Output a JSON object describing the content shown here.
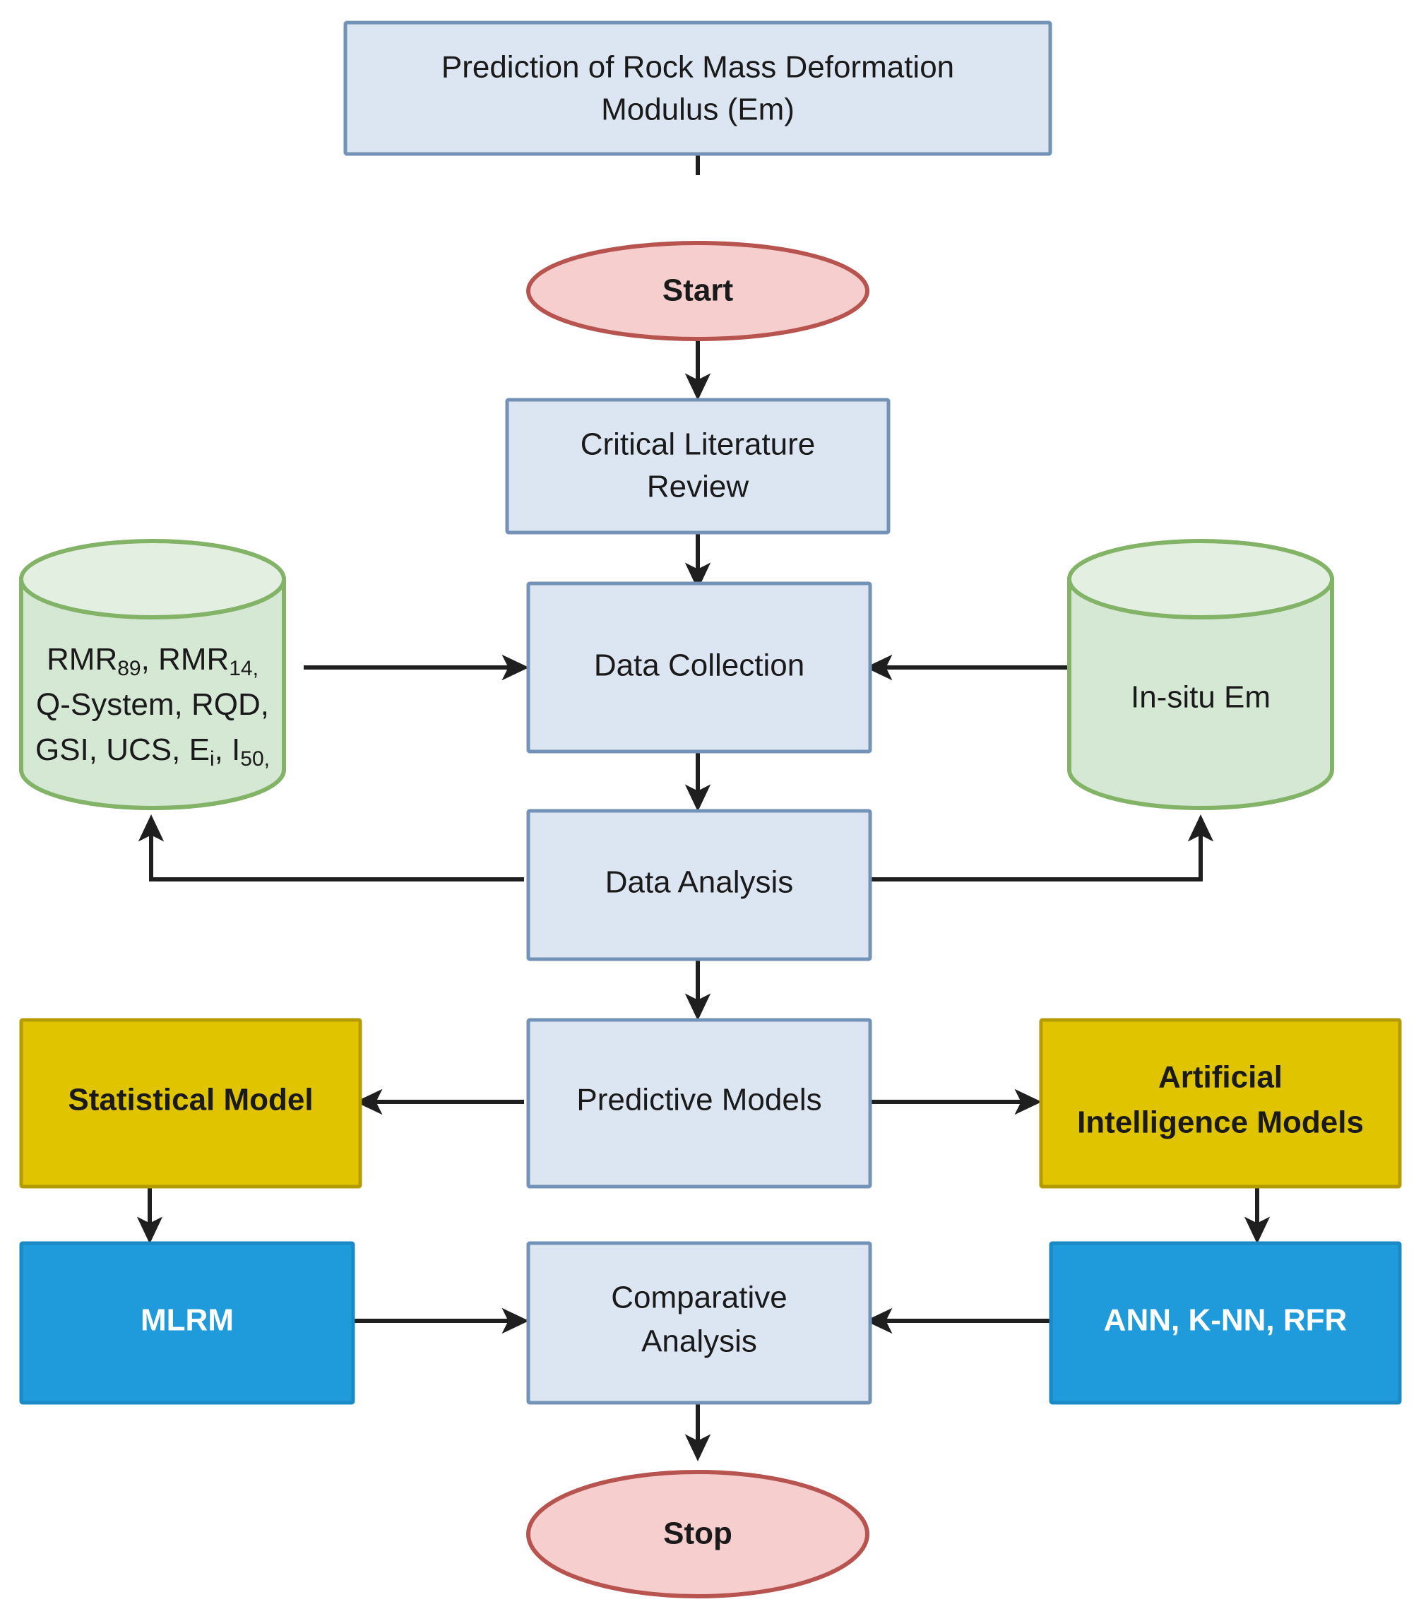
{
  "diagram": {
    "title_node": {
      "id": "title-box",
      "shape": "rectangle",
      "color": "#dce6f2",
      "lines": [
        "Prediction of Rock Mass Deformation",
        "Modulus (Em)"
      ]
    },
    "terminators": [
      {
        "id": "start",
        "label": "Start",
        "shape": "ellipse",
        "color": "#f6cecd"
      },
      {
        "id": "stop",
        "label": "Stop",
        "shape": "ellipse",
        "color": "#f6cecd"
      }
    ],
    "process_nodes": [
      {
        "id": "critical-literature-review",
        "shape": "rectangle",
        "color": "#dce6f2",
        "lines": [
          "Critical Literature",
          "Review"
        ]
      },
      {
        "id": "data-collection",
        "shape": "rectangle",
        "color": "#dce6f2",
        "lines": [
          "Data Collection"
        ]
      },
      {
        "id": "data-analysis",
        "shape": "rectangle",
        "color": "#dce6f2",
        "lines": [
          "Data Analysis"
        ]
      },
      {
        "id": "predictive-models",
        "shape": "rectangle",
        "color": "#dce6f2",
        "lines": [
          "Predictive Models"
        ]
      },
      {
        "id": "comparative-analysis",
        "shape": "rectangle",
        "color": "#dce6f2",
        "lines": [
          "Comparative",
          "Analysis"
        ]
      }
    ],
    "data_stores": [
      {
        "id": "input-parameters",
        "shape": "cylinder",
        "color": "#d5e8d4",
        "lines": [
          [
            {
              "t": "RMR",
              "sub": false
            },
            {
              "t": "89",
              "sub": true
            },
            {
              "t": ", RMR",
              "sub": false
            },
            {
              "t": "14,",
              "sub": true
            }
          ],
          [
            {
              "t": "Q-System, RQD,",
              "sub": false
            }
          ],
          [
            {
              "t": "GSI, UCS, E",
              "sub": false
            },
            {
              "t": "i",
              "sub": true
            },
            {
              "t": ", I",
              "sub": false
            },
            {
              "t": "50,",
              "sub": true
            }
          ]
        ],
        "plain_text": "RMR89, RMR14, Q-System, RQD, GSI, UCS, Ei, I50,"
      },
      {
        "id": "in-situ-em",
        "shape": "cylinder",
        "color": "#d5e8d4",
        "lines": [
          [
            {
              "t": "In-situ Em",
              "sub": false
            }
          ]
        ],
        "plain_text": "In-situ Em"
      }
    ],
    "model_category_nodes": [
      {
        "id": "statistical-model",
        "shape": "rectangle",
        "color": "#e0c400",
        "lines": [
          "Statistical Model"
        ],
        "bold": true
      },
      {
        "id": "artificial-intelligence-models",
        "shape": "rectangle",
        "color": "#e0c400",
        "lines": [
          "Artificial",
          "Intelligence Models"
        ],
        "bold": true
      }
    ],
    "model_instance_nodes": [
      {
        "id": "mlrm",
        "shape": "rectangle",
        "color": "#1f9bdc",
        "lines": [
          "MLRM"
        ],
        "text_color": "#ffffff",
        "bold": true
      },
      {
        "id": "ann-knn-rfr",
        "shape": "rectangle",
        "color": "#1f9bdc",
        "lines": [
          "ANN, K-NN, RFR"
        ],
        "text_color": "#ffffff",
        "bold": true
      }
    ],
    "edges": [
      {
        "from": "title-box",
        "to": "start",
        "type": "line",
        "arrow": false
      },
      {
        "from": "start",
        "to": "critical-literature-review",
        "type": "line",
        "arrow": true
      },
      {
        "from": "critical-literature-review",
        "to": "data-collection",
        "type": "line",
        "arrow": true
      },
      {
        "from": "input-parameters",
        "to": "data-collection",
        "type": "line",
        "arrow": true
      },
      {
        "from": "in-situ-em",
        "to": "data-collection",
        "type": "line",
        "arrow": true
      },
      {
        "from": "data-collection",
        "to": "data-analysis",
        "type": "line",
        "arrow": true
      },
      {
        "from": "data-analysis",
        "to": "input-parameters",
        "type": "elbow",
        "arrow": true
      },
      {
        "from": "data-analysis",
        "to": "in-situ-em",
        "type": "elbow",
        "arrow": true
      },
      {
        "from": "data-analysis",
        "to": "predictive-models",
        "type": "line",
        "arrow": true
      },
      {
        "from": "predictive-models",
        "to": "statistical-model",
        "type": "line",
        "arrow": true
      },
      {
        "from": "predictive-models",
        "to": "artificial-intelligence-models",
        "type": "line",
        "arrow": true
      },
      {
        "from": "statistical-model",
        "to": "mlrm",
        "type": "line",
        "arrow": true
      },
      {
        "from": "artificial-intelligence-models",
        "to": "ann-knn-rfr",
        "type": "line",
        "arrow": true
      },
      {
        "from": "mlrm",
        "to": "comparative-analysis",
        "type": "line",
        "arrow": true
      },
      {
        "from": "ann-knn-rfr",
        "to": "comparative-analysis",
        "type": "line",
        "arrow": true
      },
      {
        "from": "comparative-analysis",
        "to": "stop",
        "type": "line",
        "arrow": true
      }
    ],
    "palette": {
      "process_fill": "#dce6f2",
      "process_stroke": "#7392b7",
      "terminator_fill": "#f6cecd",
      "terminator_stroke": "#b85450",
      "store_fill": "#d5e8d4",
      "store_stroke": "#82b366",
      "category_fill": "#e0c400",
      "category_stroke": "#b39b00",
      "instance_fill": "#1f9bdc",
      "instance_stroke": "#1b8ac4",
      "edge_stroke": "#1f1f1f",
      "text": "#1a1a1a",
      "text_inverse": "#ffffff",
      "background": "#ffffff"
    }
  }
}
